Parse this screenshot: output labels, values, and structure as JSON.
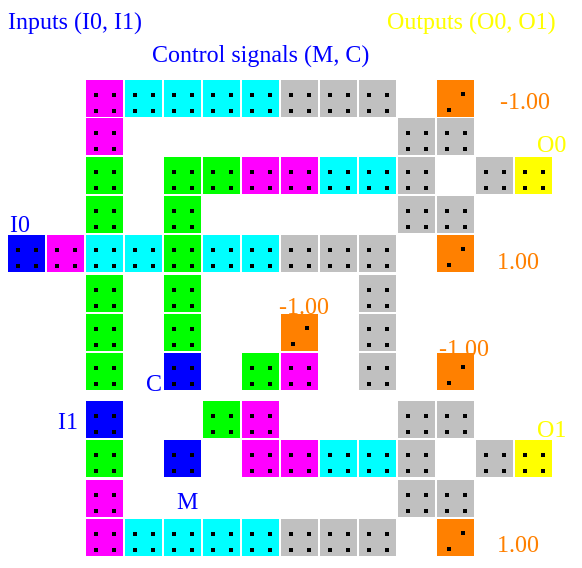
{
  "colors": {
    "magenta": "#ff00ff",
    "cyan": "#00ffff",
    "green": "#00ff00",
    "gray": "#c0c0c0",
    "blue": "#0000ff",
    "orange": "#ff8000",
    "yellow": "#ffff00",
    "text_blue": "#0000ff",
    "text_yellow": "#ffff00",
    "text_orange": "#ff8000"
  },
  "legend": {
    "inputs": "Inputs (I0, I1)",
    "outputs": "Outputs (O0, O1)",
    "control": "Control signals (M, C)"
  },
  "labels": {
    "i0": "I0",
    "i1": "I1",
    "c": "C",
    "m": "M",
    "o0": "O0",
    "o1": "O1",
    "bias_top": "-1.00",
    "bias_upper_right": "1.00",
    "bias_mid": "-1.00",
    "bias_right_mid": "-1.00",
    "bias_bottom": "1.00"
  }
}
